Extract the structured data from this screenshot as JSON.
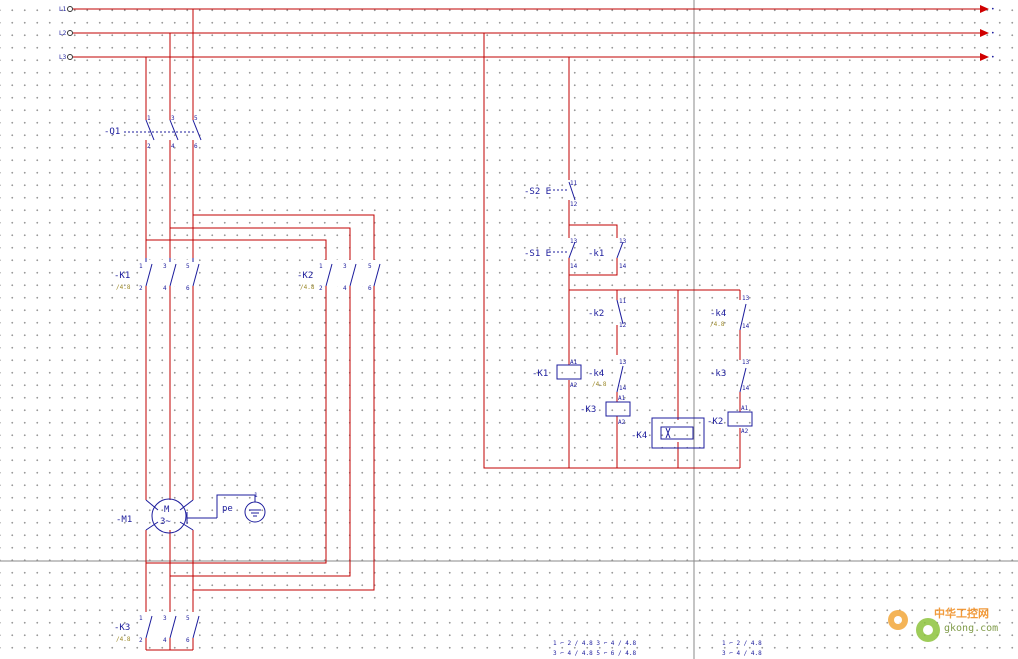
{
  "rails": [
    "L1",
    "L2",
    "L3"
  ],
  "power": {
    "q1": "-Q1",
    "k1": "-K1",
    "k2": "-K2",
    "k3": "-K3",
    "m1": "-M1",
    "ref": "/4.8",
    "motor_symbol": "M",
    "motor_phases": "3~",
    "pe": "pe"
  },
  "control": {
    "s2": "-S2 E",
    "s1": "-S1 E",
    "k1_aux": "-k1",
    "k2_aux": "-k2",
    "k3_aux": "-k3",
    "k4_aux": "-k4",
    "k1_coil": "-K1",
    "k2_coil": "-K2",
    "k3_coil": "-K3",
    "k4_coil": "-K4"
  },
  "watermark": {
    "cn": "中华工控网",
    "site": "gkong.com"
  },
  "colors": {
    "wire": "#c00000",
    "symbol": "#1c1c9c",
    "reference": "#9c8a2a",
    "cursor": "#8a8a8a"
  }
}
